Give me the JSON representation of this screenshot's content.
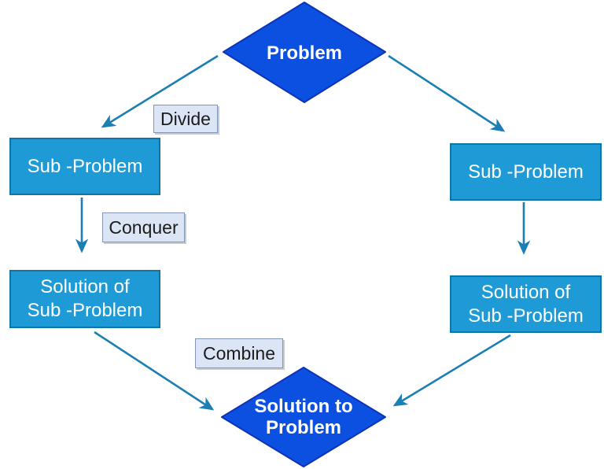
{
  "colors": {
    "diamond_fill": "#0c50e2",
    "diamond_border": "#0d33b8",
    "box_fill": "#1e9bd7",
    "box_border": "#0f74a8",
    "box_text": "#ffffff",
    "label_fill": "#dbe5f6",
    "label_border": "#8496b8",
    "label_text": "#1c1c1c",
    "arrow": "#1b7fb4",
    "background": "#ffffff"
  },
  "nodes": {
    "problem": {
      "label": "Problem"
    },
    "sub_problem_left": {
      "label": "Sub -Problem"
    },
    "sub_problem_right": {
      "label": "Sub -Problem"
    },
    "solution_left": {
      "line1": "Solution of",
      "line2": "Sub -Problem"
    },
    "solution_right": {
      "line1": "Solution of",
      "line2": "Sub -Problem"
    },
    "solution_to_problem": {
      "line1": "Solution to",
      "line2": "Problem"
    }
  },
  "edge_labels": {
    "divide": "Divide",
    "conquer": "Conquer",
    "combine": "Combine"
  }
}
